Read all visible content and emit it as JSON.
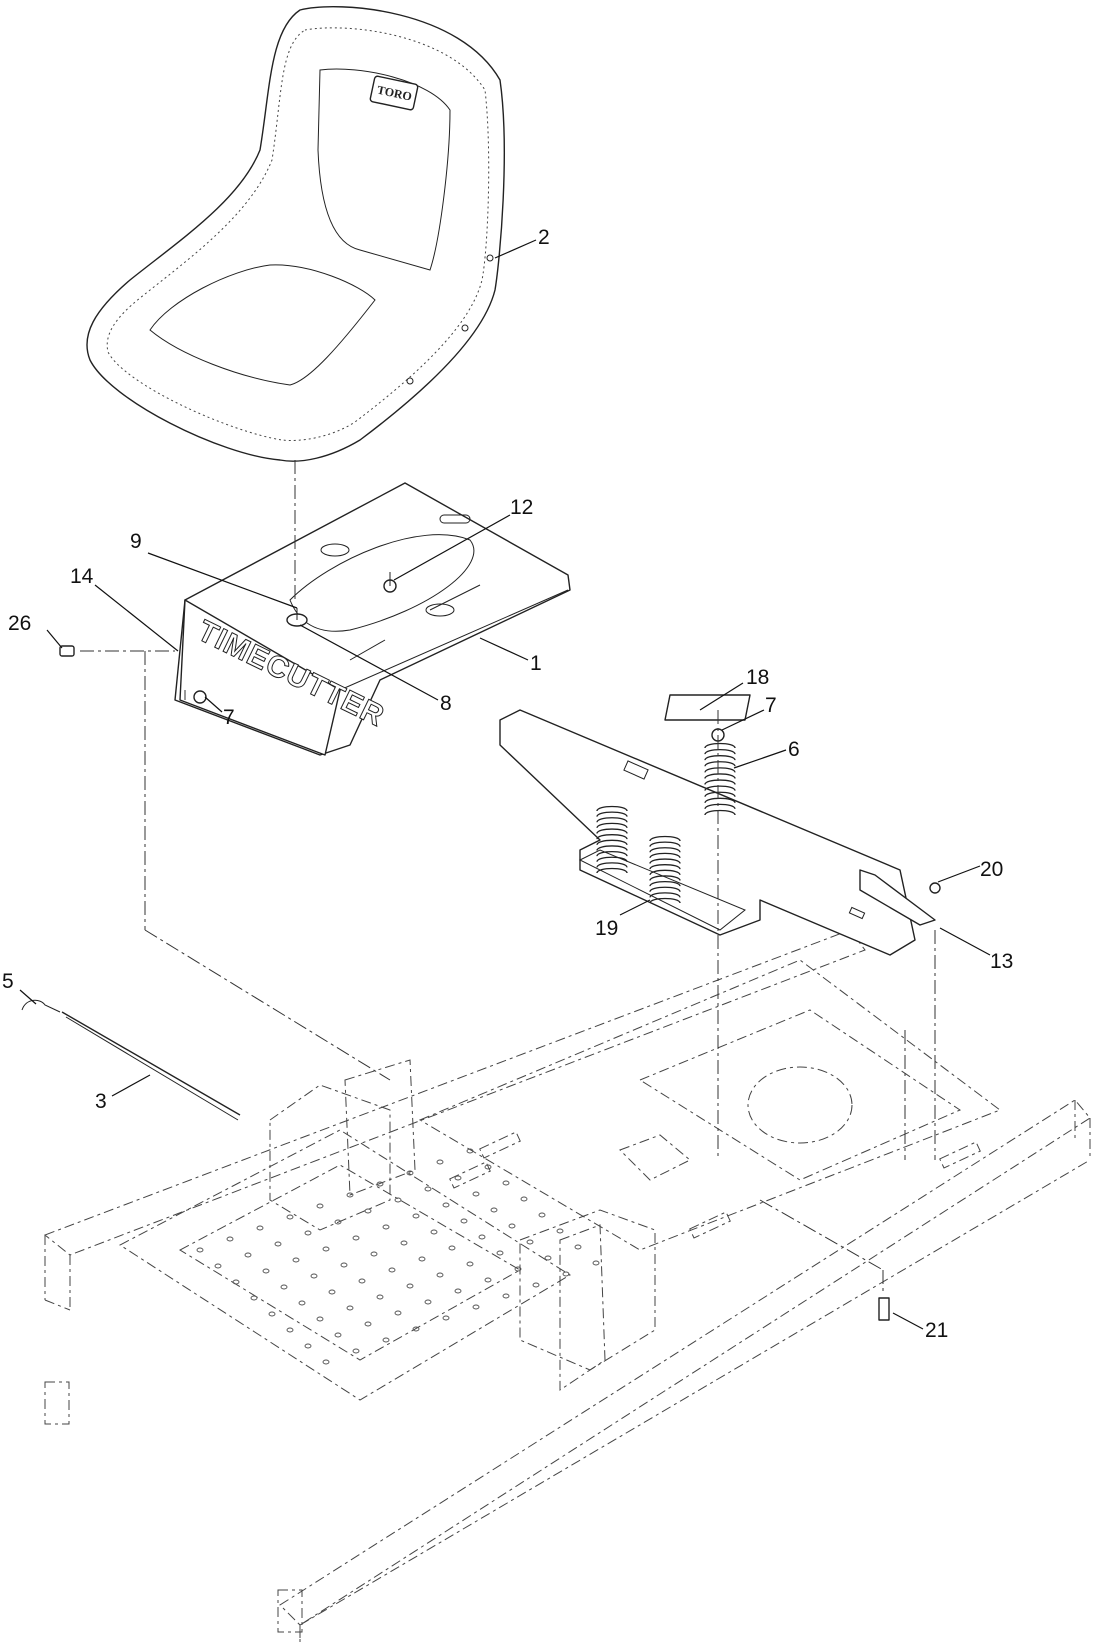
{
  "callouts": [
    {
      "id": "c1",
      "label": "1"
    },
    {
      "id": "c2",
      "label": "2"
    },
    {
      "id": "c3",
      "label": "3"
    },
    {
      "id": "c5",
      "label": "5"
    },
    {
      "id": "c6",
      "label": "6"
    },
    {
      "id": "c7a",
      "label": "7"
    },
    {
      "id": "c7b",
      "label": "7"
    },
    {
      "id": "c8",
      "label": "8"
    },
    {
      "id": "c9",
      "label": "9"
    },
    {
      "id": "c12",
      "label": "12"
    },
    {
      "id": "c13",
      "label": "13"
    },
    {
      "id": "c14",
      "label": "14"
    },
    {
      "id": "c18",
      "label": "18"
    },
    {
      "id": "c19",
      "label": "19"
    },
    {
      "id": "c20",
      "label": "20"
    },
    {
      "id": "c21",
      "label": "21"
    },
    {
      "id": "c26",
      "label": "26"
    }
  ],
  "decals": {
    "seat_brand": "TORO",
    "plate_logo": "TIMECUTTER"
  }
}
